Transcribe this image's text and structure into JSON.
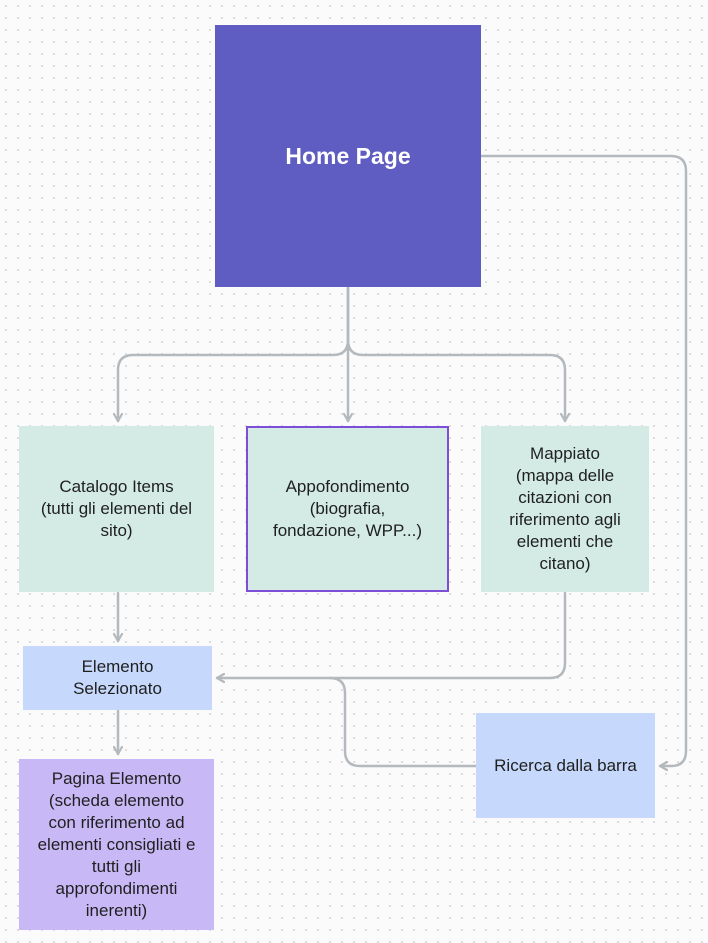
{
  "diagram": {
    "nodes": {
      "home": "Home Page",
      "catalogo": "Catalogo Items\n(tutti gli elementi del\nsito)",
      "appofondimento": "Appofondimento\n(biografia,\nfondazione, WPP...)",
      "mappiato": "Mappiato\n(mappa delle\ncitazioni con\nriferimento agli\nelementi che\ncitano)",
      "elemento_selezionato": "Elemento\nSelezionato",
      "ricerca": "Ricerca dalla barra",
      "pagina_elemento": "Pagina Elemento\n(scheda elemento\ncon riferimento ad\nelementi consigliati e\ntutti gli\napprofondimenti\ninerenti)"
    },
    "edges": [
      {
        "from": "home",
        "to": "catalogo"
      },
      {
        "from": "home",
        "to": "appofondimento"
      },
      {
        "from": "home",
        "to": "mappiato"
      },
      {
        "from": "home",
        "to": "ricerca"
      },
      {
        "from": "catalogo",
        "to": "elemento_selezionato"
      },
      {
        "from": "mappiato",
        "to": "elemento_selezionato"
      },
      {
        "from": "ricerca",
        "to": "elemento_selezionato"
      },
      {
        "from": "elemento_selezionato",
        "to": "pagina_elemento"
      }
    ],
    "colors": {
      "home": "#5f5cc2",
      "teal_nodes": "#d3ebe4",
      "blue_nodes": "#c6d8fb",
      "purple_node": "#c8b9f6",
      "highlight_border": "#7e4ed6",
      "connector": "#b4b9be"
    }
  }
}
